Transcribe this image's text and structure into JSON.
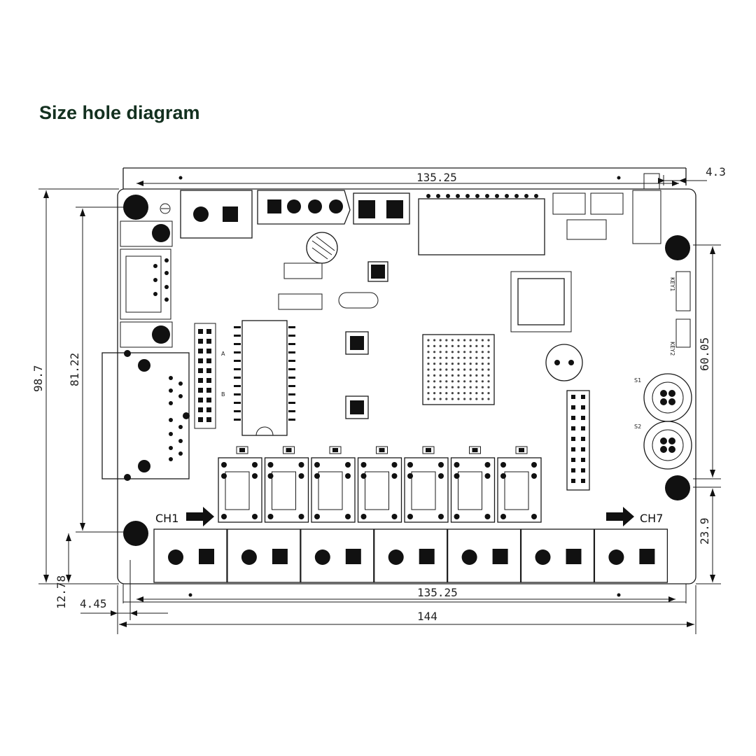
{
  "title": "Size hole diagram",
  "dimensions": {
    "top_width": "135.25",
    "bottom_inner_width": "135.25",
    "overall_width": "144",
    "top_right_offset": "4.3",
    "left_height": "98.7",
    "left_inner_height": "81.22",
    "right_upper": "60.05",
    "right_lower": "23.9",
    "bottom_left_vertical": "12.78",
    "bottom_left_horizontal": "4.45"
  },
  "labels": {
    "ch_first": "CH1",
    "ch_last": "CH7",
    "key1": "KEY1",
    "key2": "KEY2",
    "s1": "S1",
    "s2": "S2",
    "row_a": "A",
    "row_b": "B"
  },
  "relay_count": 7,
  "terminal_count": 7
}
